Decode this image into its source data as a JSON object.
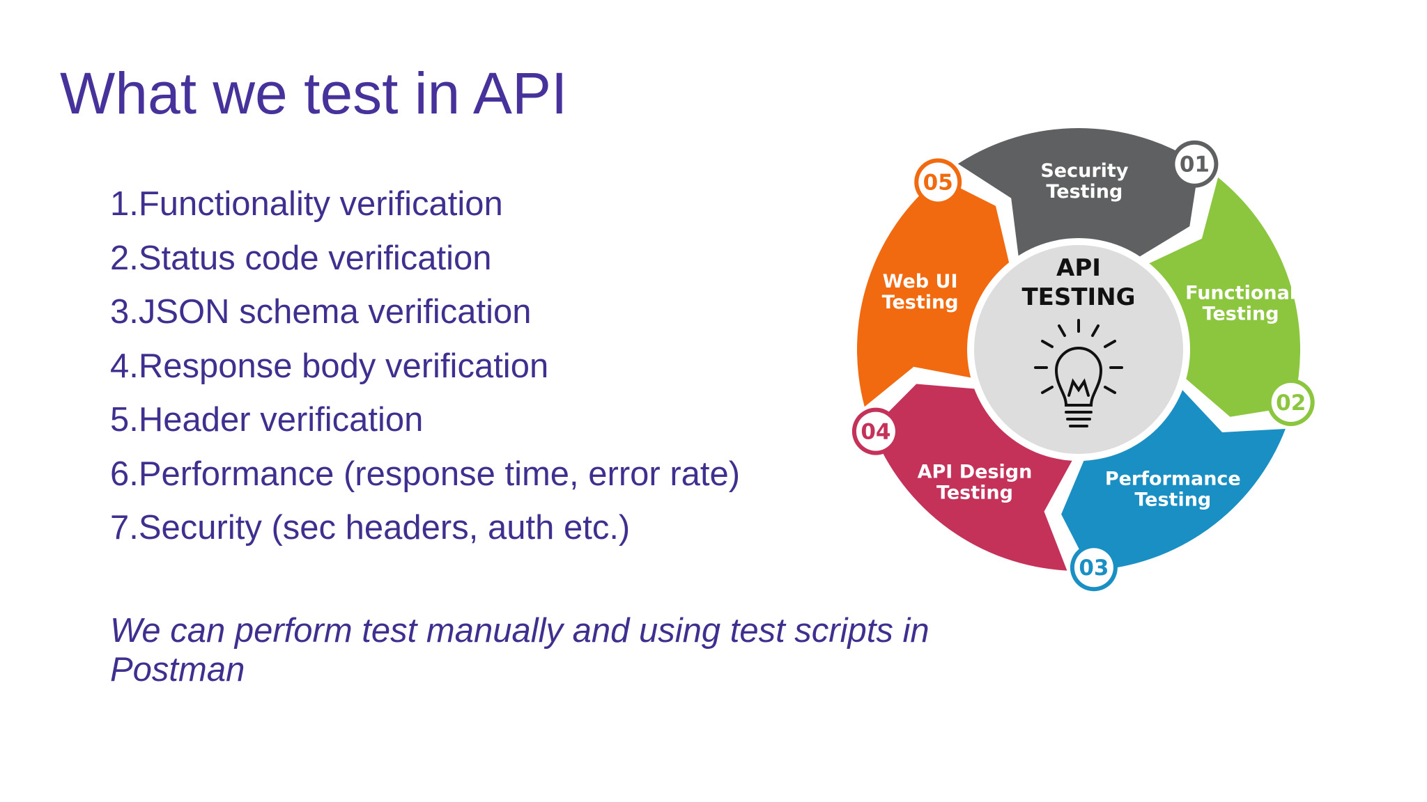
{
  "slide": {
    "title": "What we test in API",
    "items": [
      "1.Functionality verification",
      "2.Status code verification",
      "3.JSON schema verification",
      "4.Response body verification",
      "5.Header verification",
      "6.Performance (response time, error rate)",
      "7.Security (sec headers, auth etc.)"
    ],
    "note": "We can perform test manually and using test scripts in Postman"
  },
  "diagram": {
    "center": {
      "line1": "API",
      "line2": "TESTING",
      "icon": "lightbulb-icon"
    },
    "segments": [
      {
        "number": "01",
        "line1": "Security",
        "line2": "Testing",
        "color": "#5f6062"
      },
      {
        "number": "02",
        "line1": "Functional",
        "line2": "Testing",
        "color": "#8cc63f"
      },
      {
        "number": "03",
        "line1": "Performance",
        "line2": "Testing",
        "color": "#1a8fc4"
      },
      {
        "number": "04",
        "line1": "API Design",
        "line2": "Testing",
        "color": "#c4325a"
      },
      {
        "number": "05",
        "line1": "Web UI",
        "line2": "Testing",
        "color": "#f26a10"
      }
    ]
  },
  "colors": {
    "text": "#3f2f8f",
    "title": "#46329a",
    "hub": "#dddddd"
  }
}
